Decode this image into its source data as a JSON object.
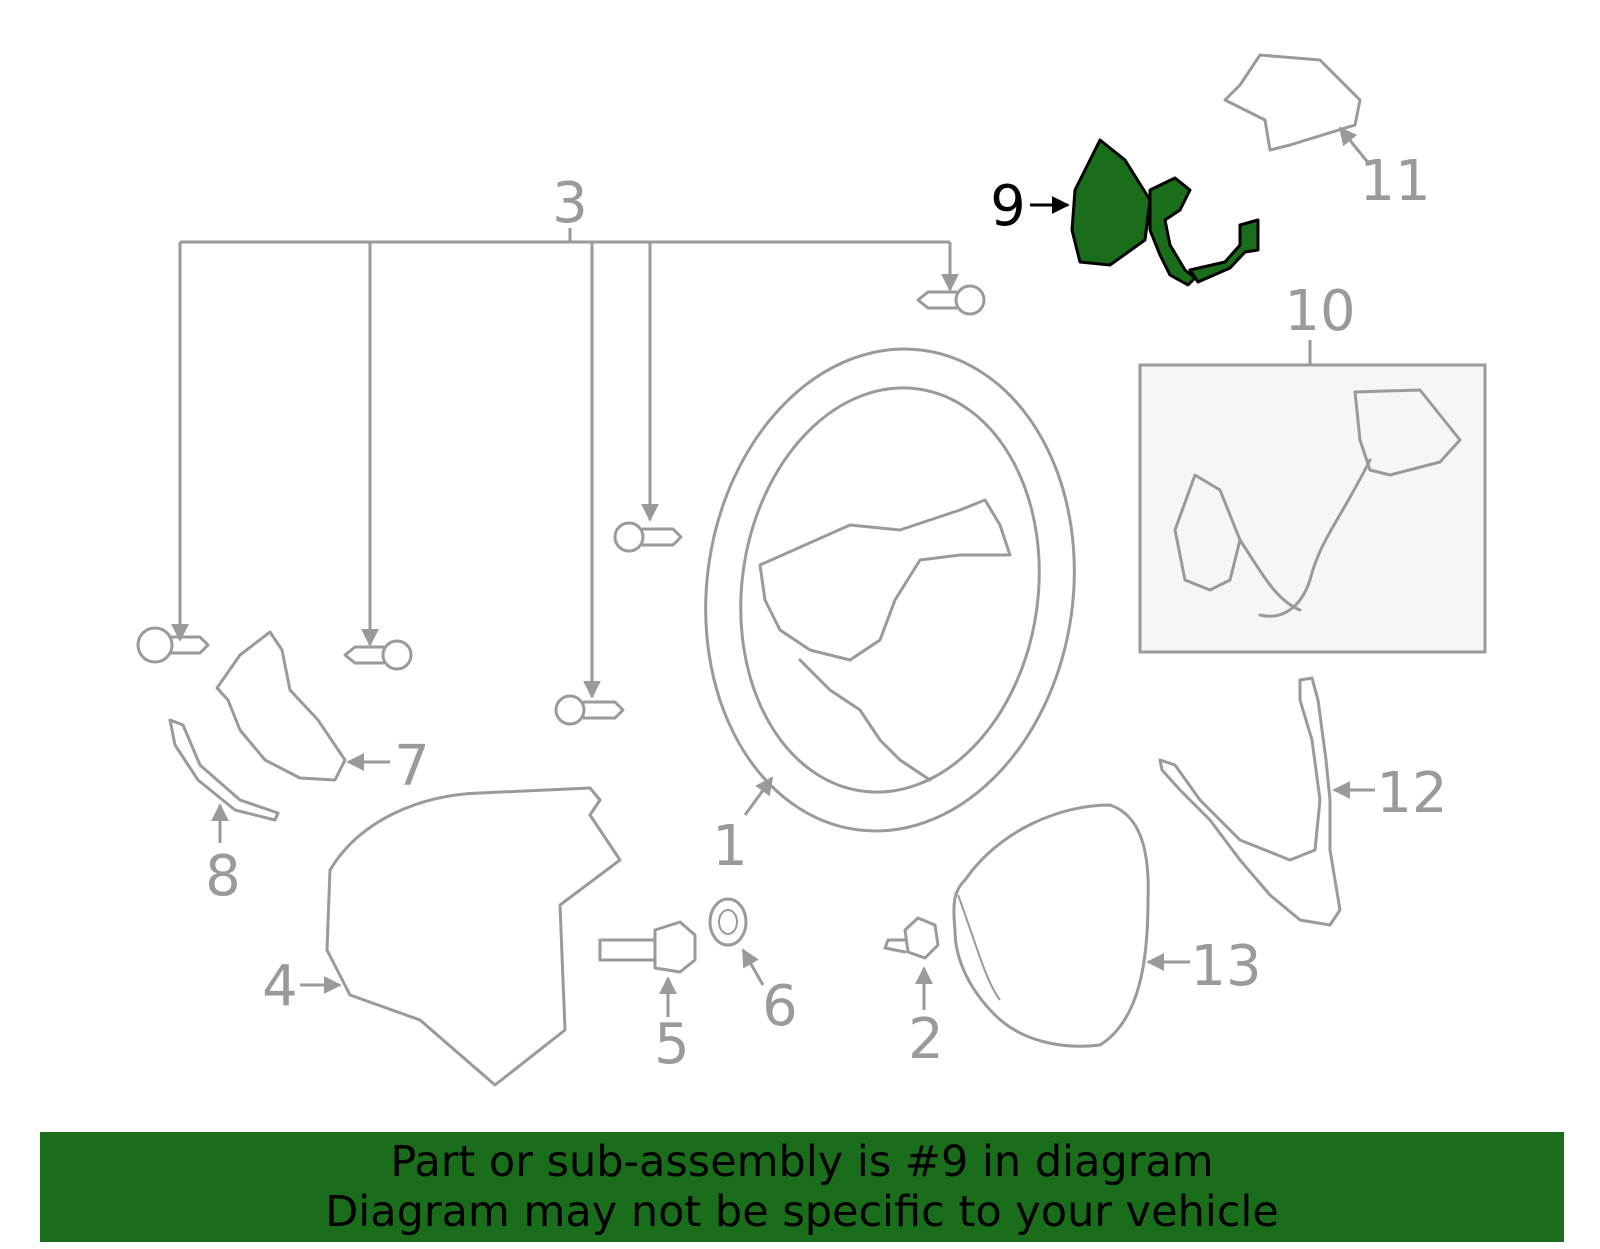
{
  "callouts": {
    "c1": "1",
    "c2": "2",
    "c3": "3",
    "c4": "4",
    "c5": "5",
    "c6": "6",
    "c7": "7",
    "c8": "8",
    "c9": "9",
    "c10": "10",
    "c11": "11",
    "c12": "12",
    "c13": "13"
  },
  "highlight_color": "#1a6d1a",
  "banner": {
    "line1": "Part or sub-assembly is #9 in diagram",
    "line2": "Diagram may not be specific to your vehicle"
  }
}
